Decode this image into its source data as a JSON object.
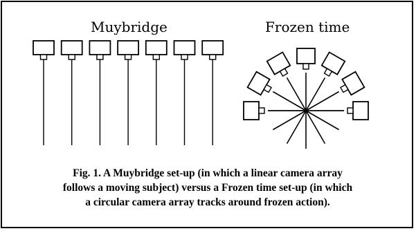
{
  "left_title": "Muybridge",
  "right_title": "Frozen time",
  "caption": {
    "line1": "Fig. 1.  A Muybridge set-up (in which a linear camera array",
    "line2": "follows a moving subject) versus a Frozen time set-up (in which",
    "line3": "a circular camera array tracks around frozen action)."
  },
  "linear_array": {
    "camera_count": 7
  },
  "circular_array": {
    "camera_count": 7,
    "angles_deg": [
      -90,
      -60,
      -30,
      0,
      30,
      60,
      90
    ]
  },
  "colors": {
    "ink": "#000000",
    "background": "#ffffff"
  }
}
